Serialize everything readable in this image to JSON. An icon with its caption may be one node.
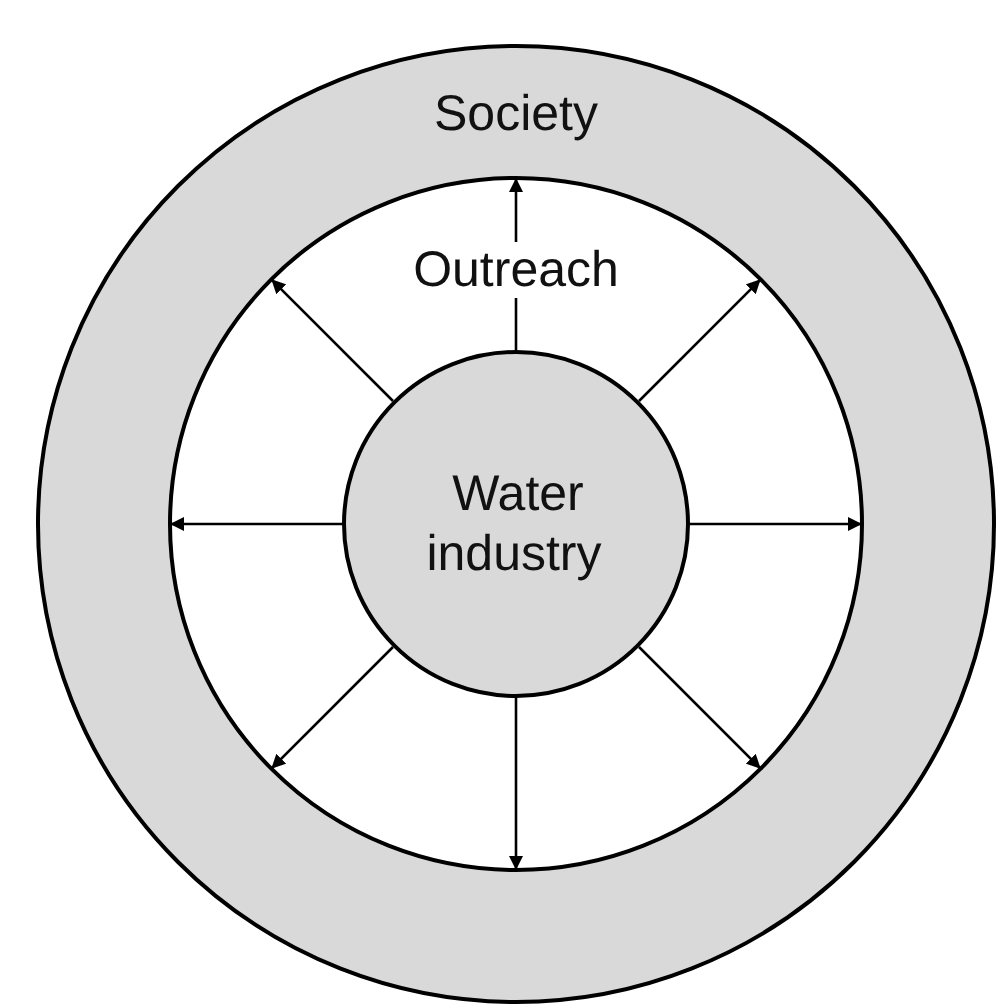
{
  "diagram": {
    "nodes": [
      {
        "text": [
          "Society"
        ]
      },
      {
        "text": [
          "Outreach"
        ],
        "in": 0
      },
      {
        "text": [
          "Water industry"
        ],
        "in": 1
      }
    ],
    "edges": [
      {
        "from": 2,
        "to": 1,
        "arrow": "to"
      },
      {
        "from": 2,
        "to": 1,
        "arrow": "to"
      },
      {
        "from": 2,
        "to": 1,
        "arrow": "to"
      },
      {
        "from": 2,
        "to": 1,
        "arrow": "to"
      },
      {
        "from": 2,
        "to": 1,
        "arrow": "to"
      },
      {
        "from": 2,
        "to": 1,
        "arrow": "to"
      },
      {
        "from": 2,
        "to": 1,
        "arrow": "to"
      },
      {
        "from": 2,
        "to": 1,
        "arrow": "to"
      }
    ]
  }
}
